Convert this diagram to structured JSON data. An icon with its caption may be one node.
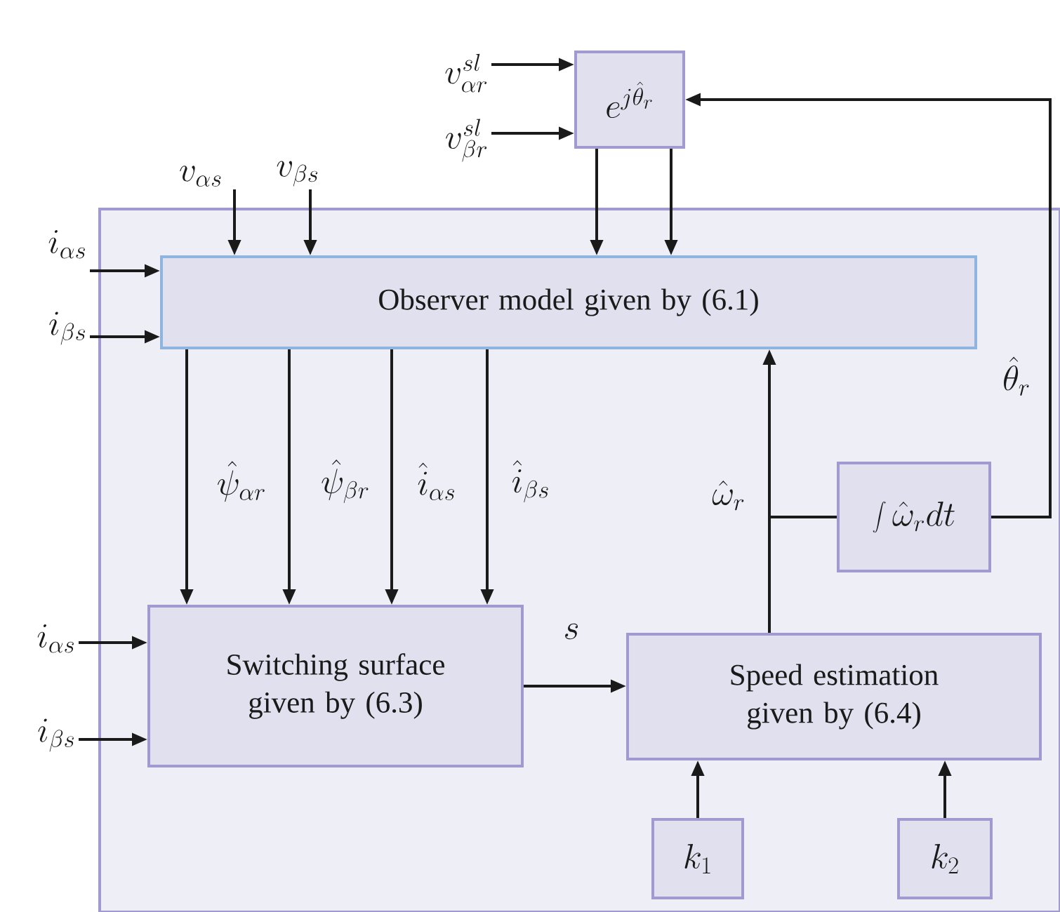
{
  "diagram": {
    "nodes": [
      {
        "text": [
          "v_{\\alpha r}^{sl}"
        ]
      },
      {
        "text": [
          "v_{\\beta r}^{sl}"
        ]
      },
      {
        "text": [
          "e^{j\\hat{\\theta}_r}"
        ]
      },
      {
        "text": [
          "v_{\\alpha s}"
        ]
      },
      {
        "text": [
          "v_{\\beta s}"
        ]
      },
      {
        "text": [],
        "shape": "box"
      },
      {
        "text": [
          "i_{\\alpha s}"
        ]
      },
      {
        "text": [
          "i_{\\beta s}"
        ]
      },
      {
        "text": [
          "Observer model given by (6.1)"
        ],
        "in": 5
      },
      {
        "text": [
          "i_{\\alpha s}"
        ]
      },
      {
        "text": [
          "i_{\\beta s}"
        ]
      },
      {
        "text": [
          "Switching surface given by (6.3)"
        ],
        "in": 5
      },
      {
        "text": [
          "\\int \\hat{\\omega}_r dt"
        ],
        "in": 5
      },
      {
        "text": [
          "Speed estimation given by (6.4)"
        ],
        "in": 5
      },
      {
        "text": [
          "k_1"
        ],
        "in": 5
      },
      {
        "text": [
          "k_2"
        ],
        "in": 5
      }
    ],
    "edges": [
      {
        "from": 0,
        "to": 2,
        "arrow": "to"
      },
      {
        "from": 1,
        "to": 2,
        "arrow": "to"
      },
      {
        "from": 2,
        "to": 8,
        "arrow": "to"
      },
      {
        "from": 2,
        "to": 8,
        "arrow": "to"
      },
      {
        "from": 3,
        "to": 8,
        "arrow": "to"
      },
      {
        "from": 4,
        "to": 8,
        "arrow": "to"
      },
      {
        "from": 6,
        "to": 8,
        "arrow": "to"
      },
      {
        "from": 7,
        "to": 8,
        "arrow": "to"
      },
      {
        "from": 8,
        "to": 11,
        "arrow": "to",
        "label": "\\hat{\\psi}_{\\alpha r}"
      },
      {
        "from": 8,
        "to": 11,
        "arrow": "to",
        "label": "\\hat{\\psi}_{\\beta r}"
      },
      {
        "from": 8,
        "to": 11,
        "arrow": "to",
        "label": "\\hat{i}_{\\alpha s}"
      },
      {
        "from": 8,
        "to": 11,
        "arrow": "to",
        "label": "\\hat{i}_{\\beta s}"
      },
      {
        "from": 9,
        "to": 11,
        "arrow": "to"
      },
      {
        "from": 10,
        "to": 11,
        "arrow": "to"
      },
      {
        "from": 11,
        "to": 13,
        "arrow": "to",
        "label": "s"
      },
      {
        "from": 13,
        "to": 8,
        "arrow": "to",
        "label": "\\hat{\\omega}_r"
      },
      {
        "from": 13,
        "to": 12,
        "arrow": "none"
      },
      {
        "from": 12,
        "to": 2,
        "arrow": "to",
        "label": "\\hat{\\theta}_r"
      },
      {
        "from": 14,
        "to": 13,
        "arrow": "to"
      },
      {
        "from": 15,
        "to": 13,
        "arrow": "to"
      }
    ]
  }
}
